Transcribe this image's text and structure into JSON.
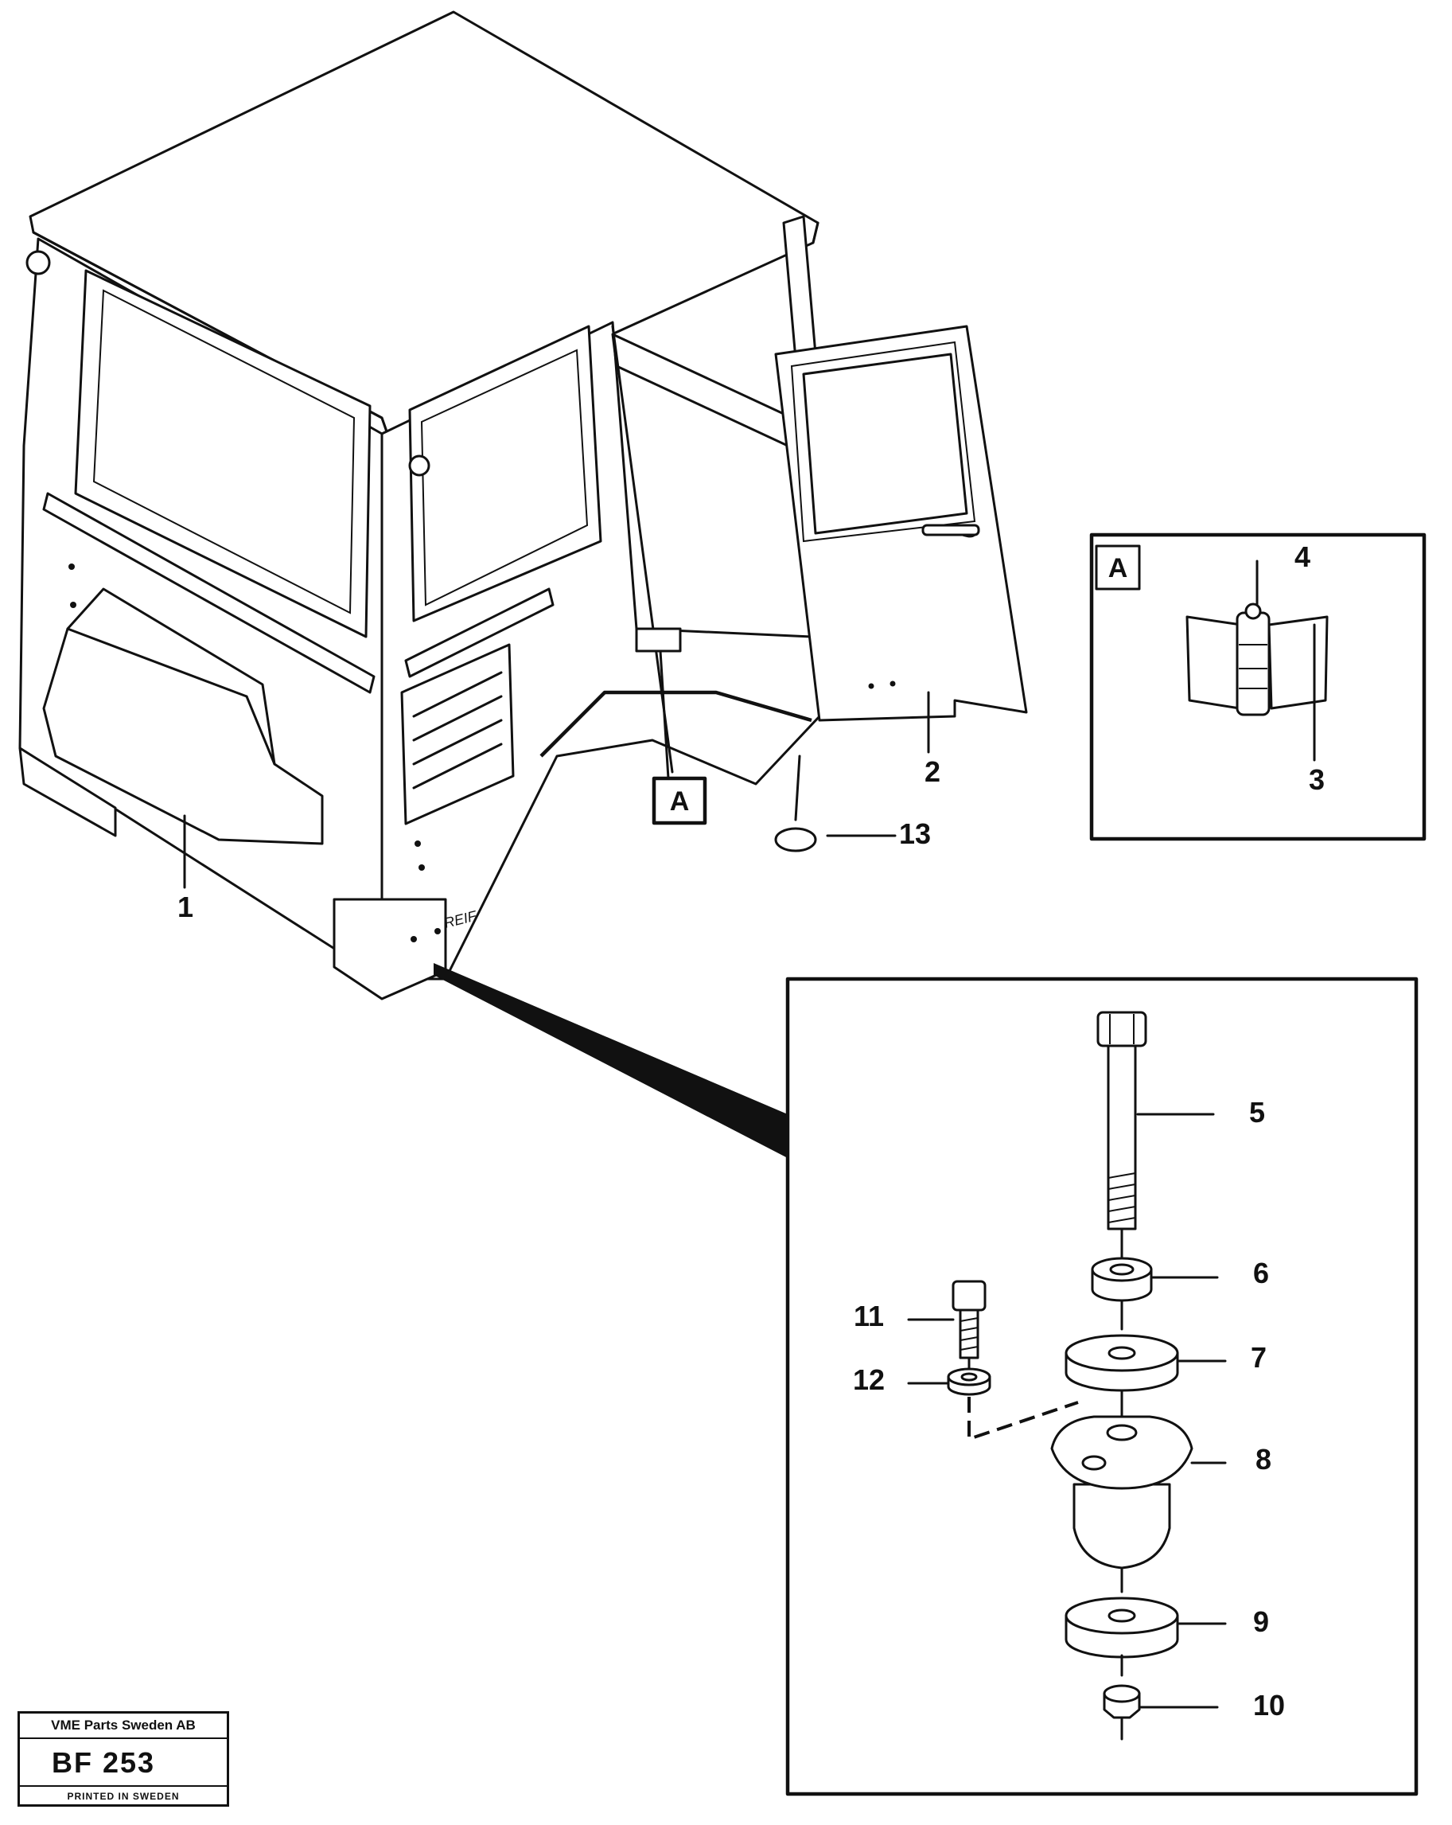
{
  "callouts": [
    "1",
    "2",
    "3",
    "4",
    "5",
    "6",
    "7",
    "8",
    "9",
    "10",
    "11",
    "12",
    "13"
  ],
  "detail_ref": "A",
  "stamp": {
    "company": "VME Parts Sweden AB",
    "code": "BF 253",
    "printed": "PRINTED IN SWEDEN"
  },
  "cab_marking": "REIF"
}
